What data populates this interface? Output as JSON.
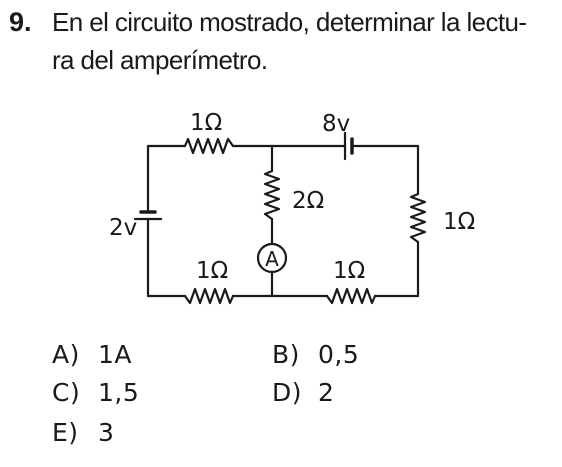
{
  "question": {
    "number": "9.",
    "line1": "En el circuito mostrado, determinar la lectu-",
    "line2": "ra del amperímetro."
  },
  "circuit": {
    "r_top_left": "1Ω",
    "source_top": "8v",
    "r_middle": "2Ω",
    "r_right": "1Ω",
    "source_left": "2v",
    "r_bottom_left": "1Ω",
    "r_bottom_right": "1Ω",
    "ammeter": "A"
  },
  "options": [
    {
      "label": "A)",
      "value": "1A"
    },
    {
      "label": "B)",
      "value": "0,5"
    },
    {
      "label": "C)",
      "value": "1,5"
    },
    {
      "label": "D)",
      "value": "2"
    },
    {
      "label": "E)",
      "value": "3"
    }
  ]
}
